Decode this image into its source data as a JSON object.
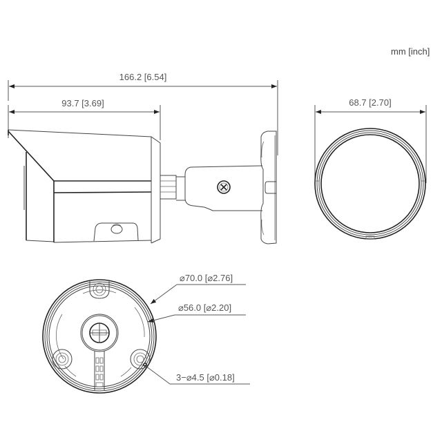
{
  "drawing": {
    "title": "Bullet camera dimension drawing",
    "units_label": "mm [inch]",
    "line_color": "#333333",
    "text_color": "#555555",
    "background": "#ffffff"
  },
  "side_view": {
    "overall_length": "166.2 [6.54]",
    "body_length": "93.7 [3.69]"
  },
  "front_view": {
    "diameter_label": "68.7 [2.70]"
  },
  "base_view": {
    "outer_diameter": "⌀70.0 [⌀2.76]",
    "inner_diameter": "⌀56.0 [⌀2.20]",
    "holes": "3−⌀4.5 [⌀0.18]"
  }
}
